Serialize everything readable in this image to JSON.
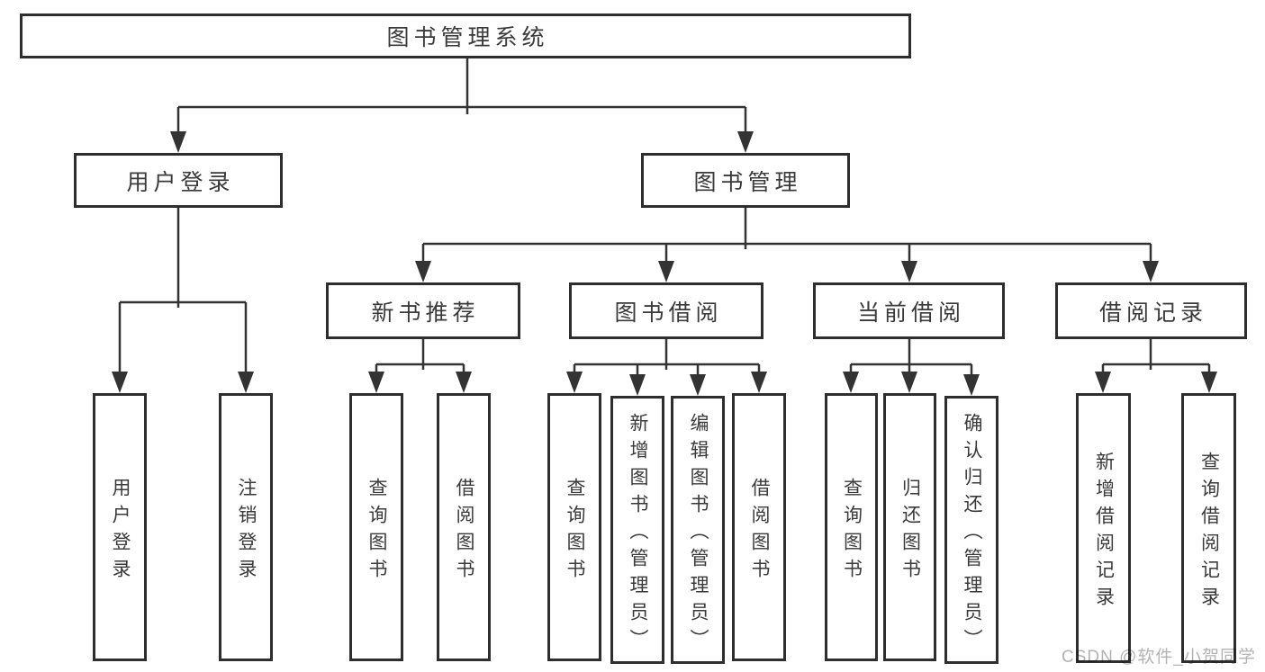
{
  "colors": {
    "line": "#333333",
    "box_border": "#2e2e2e",
    "text": "#3a3a3a",
    "background": "#ffffff",
    "watermark": "#b3b3b3"
  },
  "watermark": {
    "text": "CSDN @软件_小贺同学"
  },
  "tree": {
    "root": {
      "label": "图书管理系统",
      "children": [
        {
          "label": "用户登录",
          "children": [
            {
              "label": "用户登录"
            },
            {
              "label": "注销登录"
            }
          ]
        },
        {
          "label": "图书管理",
          "children": [
            {
              "label": "新书推荐",
              "children": [
                {
                  "label": "查询图书"
                },
                {
                  "label": "借阅图书"
                }
              ]
            },
            {
              "label": "图书借阅",
              "children": [
                {
                  "label": "查询图书"
                },
                {
                  "label": "新增图书（管理员）"
                },
                {
                  "label": "编辑图书（管理员）"
                },
                {
                  "label": "借阅图书"
                }
              ]
            },
            {
              "label": "当前借阅",
              "children": [
                {
                  "label": "查询图书"
                },
                {
                  "label": "归还图书"
                },
                {
                  "label": "确认归还（管理员）"
                }
              ]
            },
            {
              "label": "借阅记录",
              "children": [
                {
                  "label": "新增借阅记录"
                },
                {
                  "label": "查询借阅记录"
                }
              ]
            }
          ]
        }
      ]
    }
  }
}
